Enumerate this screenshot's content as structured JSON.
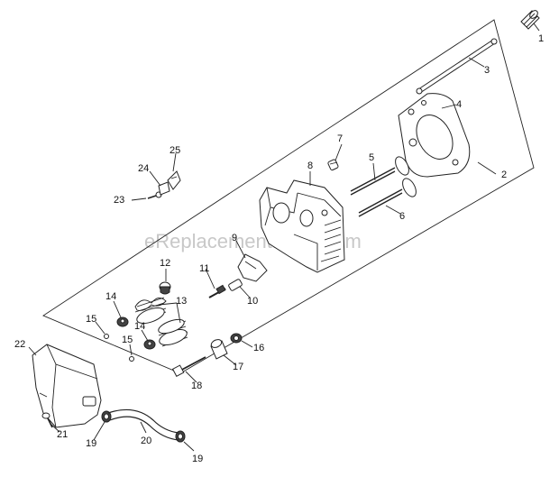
{
  "watermark": "eReplacementParts.com",
  "callouts": {
    "c1": "1",
    "c2": "2",
    "c3": "3",
    "c4": "4",
    "c5": "5",
    "c6": "6",
    "c7": "7",
    "c8": "8",
    "c9": "9",
    "c10": "10",
    "c11": "11",
    "c12": "12",
    "c13": "13",
    "c14a": "14",
    "c14b": "14",
    "c15a": "15",
    "c15b": "15",
    "c16": "16",
    "c17": "17",
    "c18": "18",
    "c19a": "19",
    "c19b": "19",
    "c20": "20",
    "c21": "21",
    "c22": "22",
    "c23": "23",
    "c24": "24",
    "c25": "25"
  }
}
